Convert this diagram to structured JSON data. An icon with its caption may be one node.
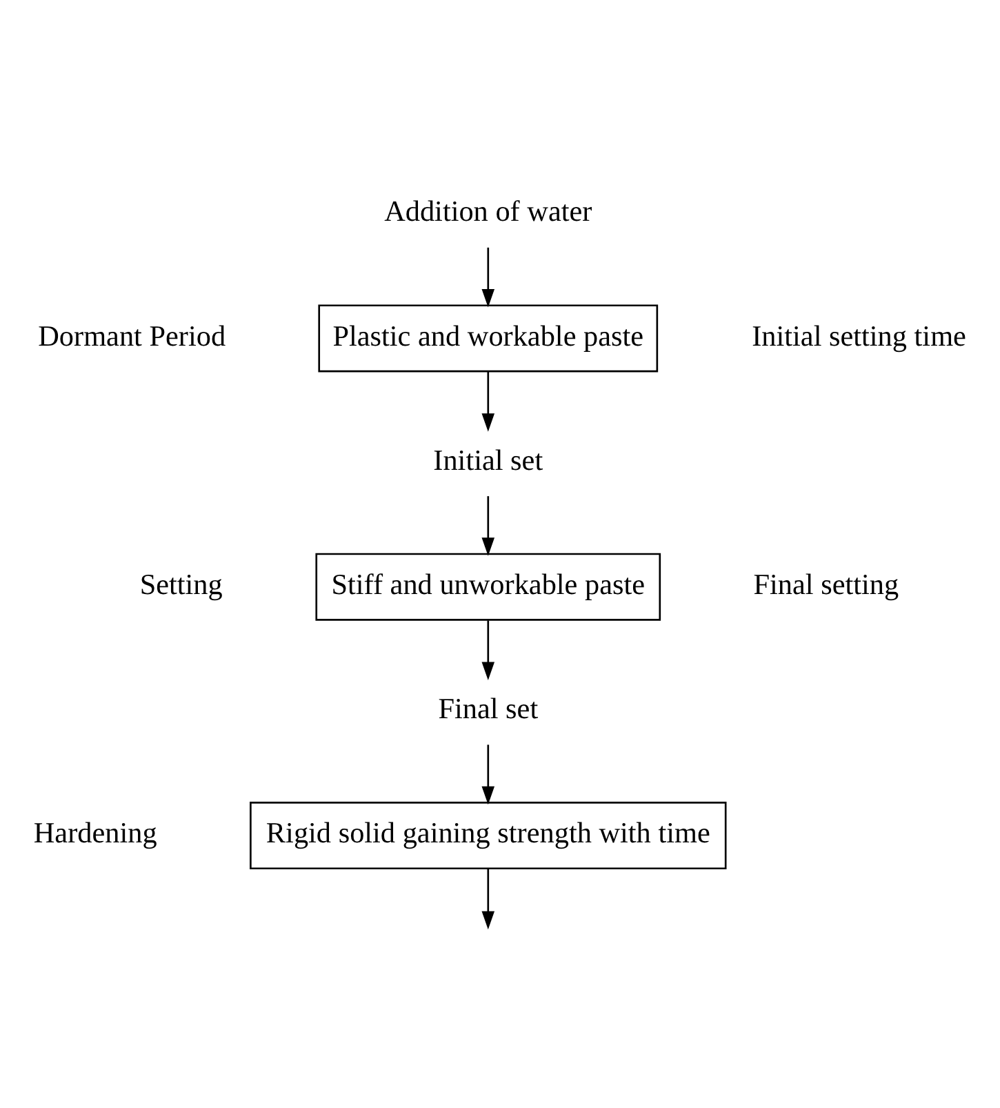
{
  "diagram": {
    "nodes": [
      {
        "text": [
          "Addition of water"
        ]
      },
      {
        "text": [
          "Plastic and workable paste"
        ]
      },
      {
        "text": [
          "Initial set"
        ]
      },
      {
        "text": [
          "Stiff and unworkable paste"
        ]
      },
      {
        "text": [
          "Final set"
        ]
      },
      {
        "text": [
          "Rigid solid gaining strength with time"
        ]
      }
    ],
    "edges": [
      {
        "from": 0,
        "to": 1,
        "arrow": "to"
      },
      {
        "from": 1,
        "to": 2,
        "arrow": "to"
      },
      {
        "from": 2,
        "to": 3,
        "arrow": "to"
      },
      {
        "from": 3,
        "to": 4,
        "arrow": "to"
      },
      {
        "from": 4,
        "to": 5,
        "arrow": "to"
      },
      {
        "from": 5,
        "to": null,
        "arrow": "to"
      }
    ],
    "labels": [
      "Dormant Period",
      "Initial setting time",
      "Final setting",
      "Setting",
      "Hardening"
    ]
  }
}
